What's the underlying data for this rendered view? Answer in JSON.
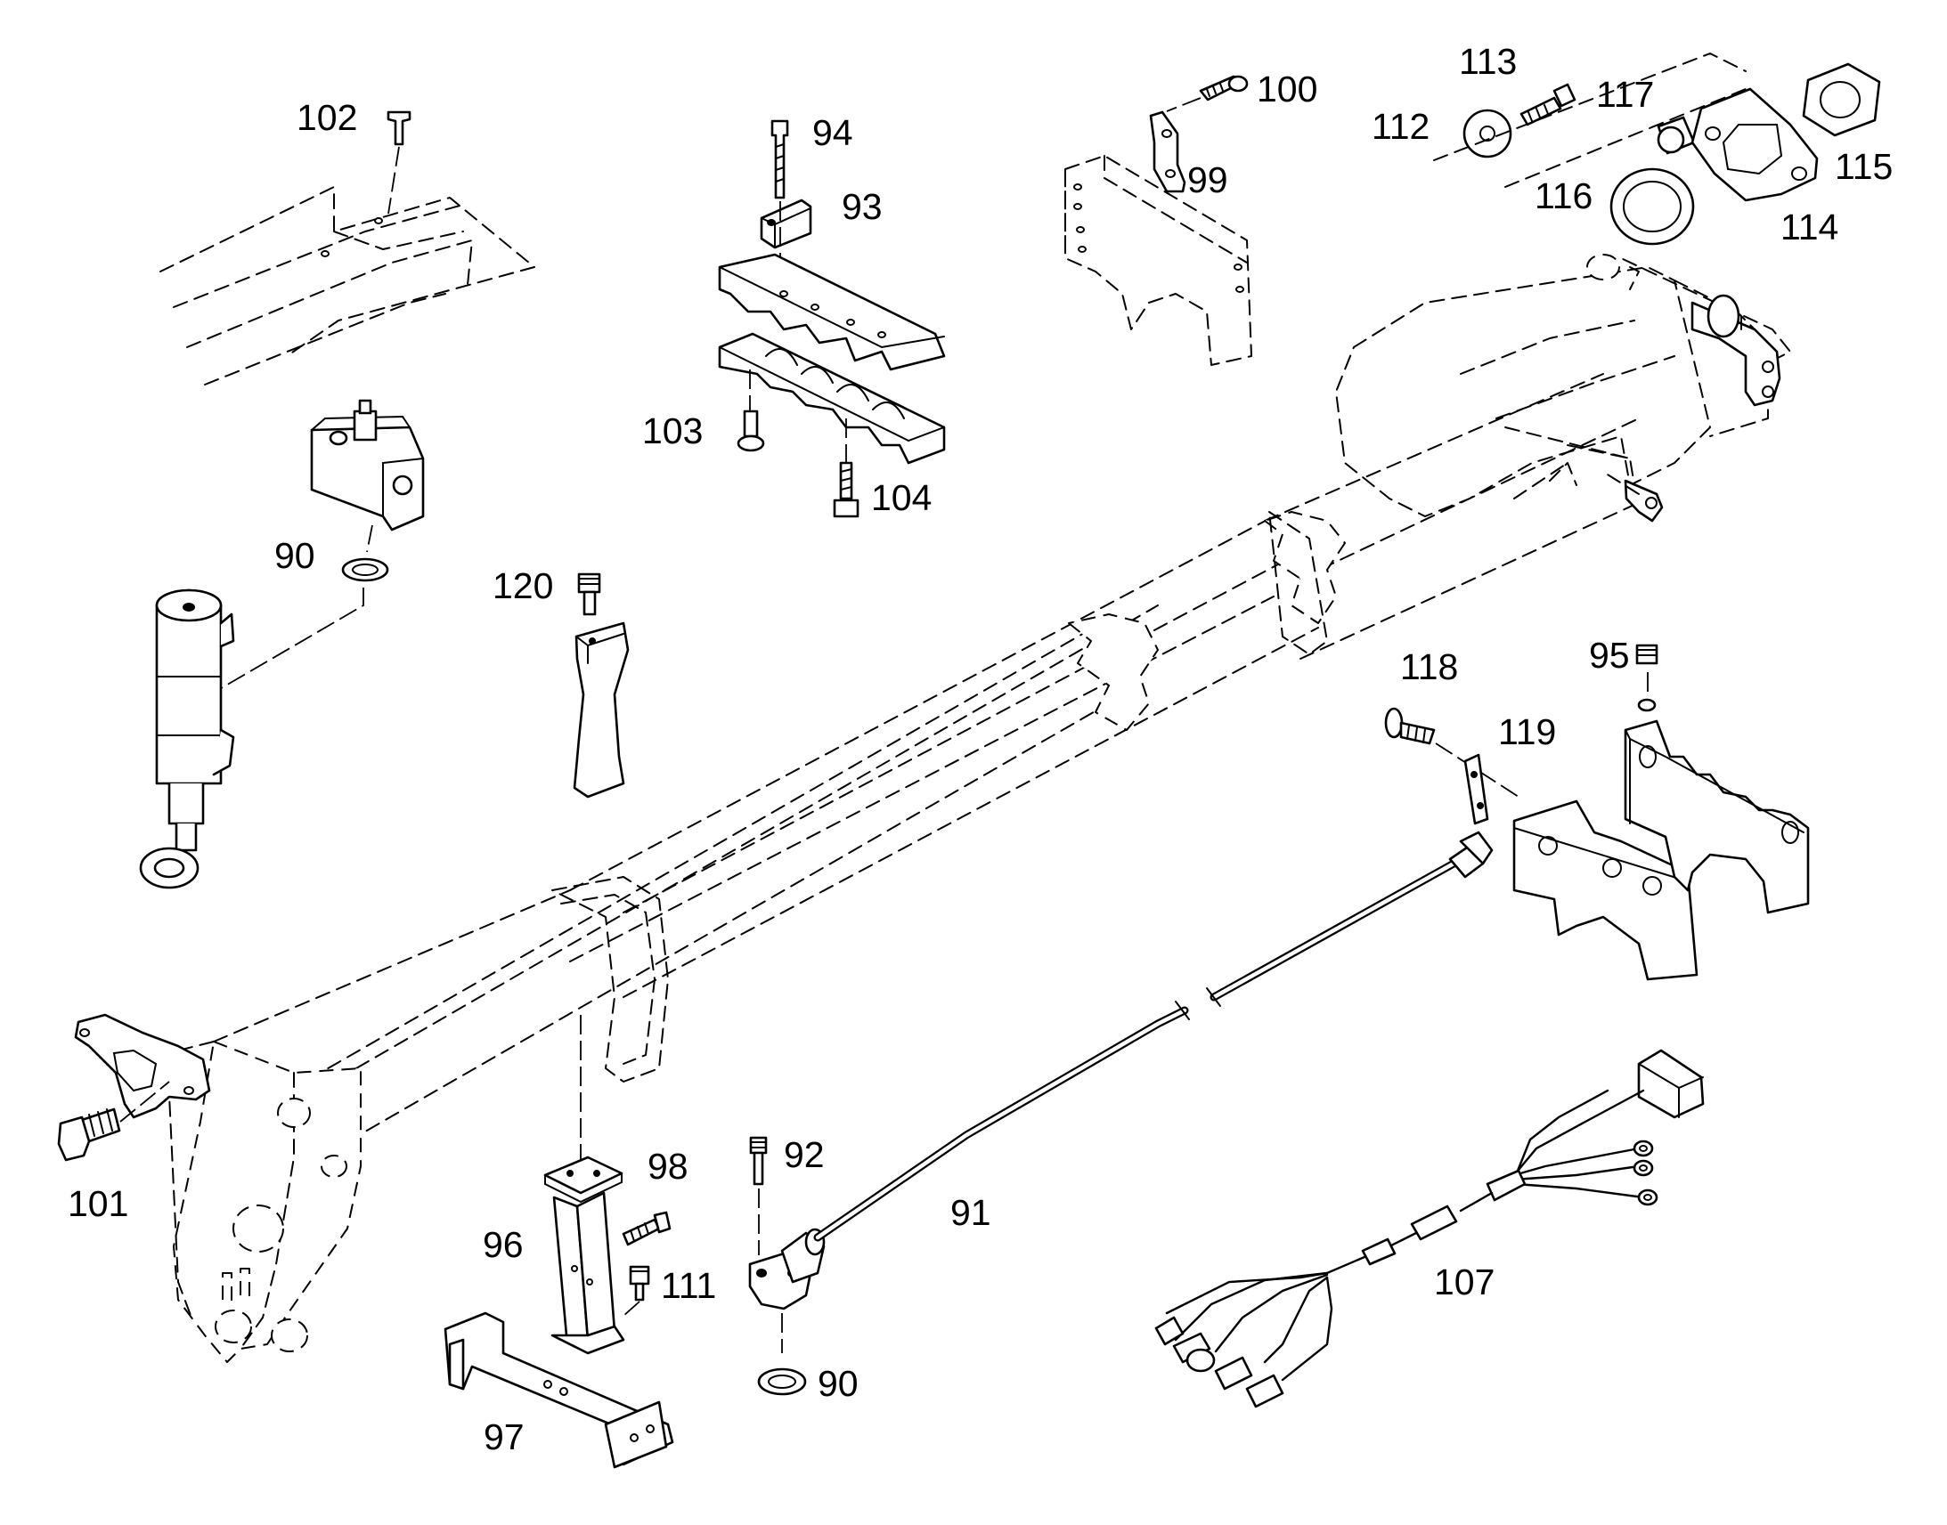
{
  "diagram": {
    "callouts": [
      {
        "id": "c102",
        "label": "102"
      },
      {
        "id": "c94",
        "label": "94"
      },
      {
        "id": "c93",
        "label": "93"
      },
      {
        "id": "c103",
        "label": "103"
      },
      {
        "id": "c104",
        "label": "104"
      },
      {
        "id": "c100",
        "label": "100"
      },
      {
        "id": "c99",
        "label": "99"
      },
      {
        "id": "c113",
        "label": "113"
      },
      {
        "id": "c112",
        "label": "112"
      },
      {
        "id": "c117",
        "label": "117"
      },
      {
        "id": "c115",
        "label": "115"
      },
      {
        "id": "c116",
        "label": "116"
      },
      {
        "id": "c114",
        "label": "114"
      },
      {
        "id": "c90a",
        "label": "90"
      },
      {
        "id": "c120",
        "label": "120"
      },
      {
        "id": "c118",
        "label": "118"
      },
      {
        "id": "c119",
        "label": "119"
      },
      {
        "id": "c95",
        "label": "95"
      },
      {
        "id": "c101",
        "label": "101"
      },
      {
        "id": "c98",
        "label": "98"
      },
      {
        "id": "c96",
        "label": "96"
      },
      {
        "id": "c111",
        "label": "111"
      },
      {
        "id": "c97",
        "label": "97"
      },
      {
        "id": "c92",
        "label": "92"
      },
      {
        "id": "c90b",
        "label": "90"
      },
      {
        "id": "c91",
        "label": "91"
      },
      {
        "id": "c107",
        "label": "107"
      }
    ]
  }
}
